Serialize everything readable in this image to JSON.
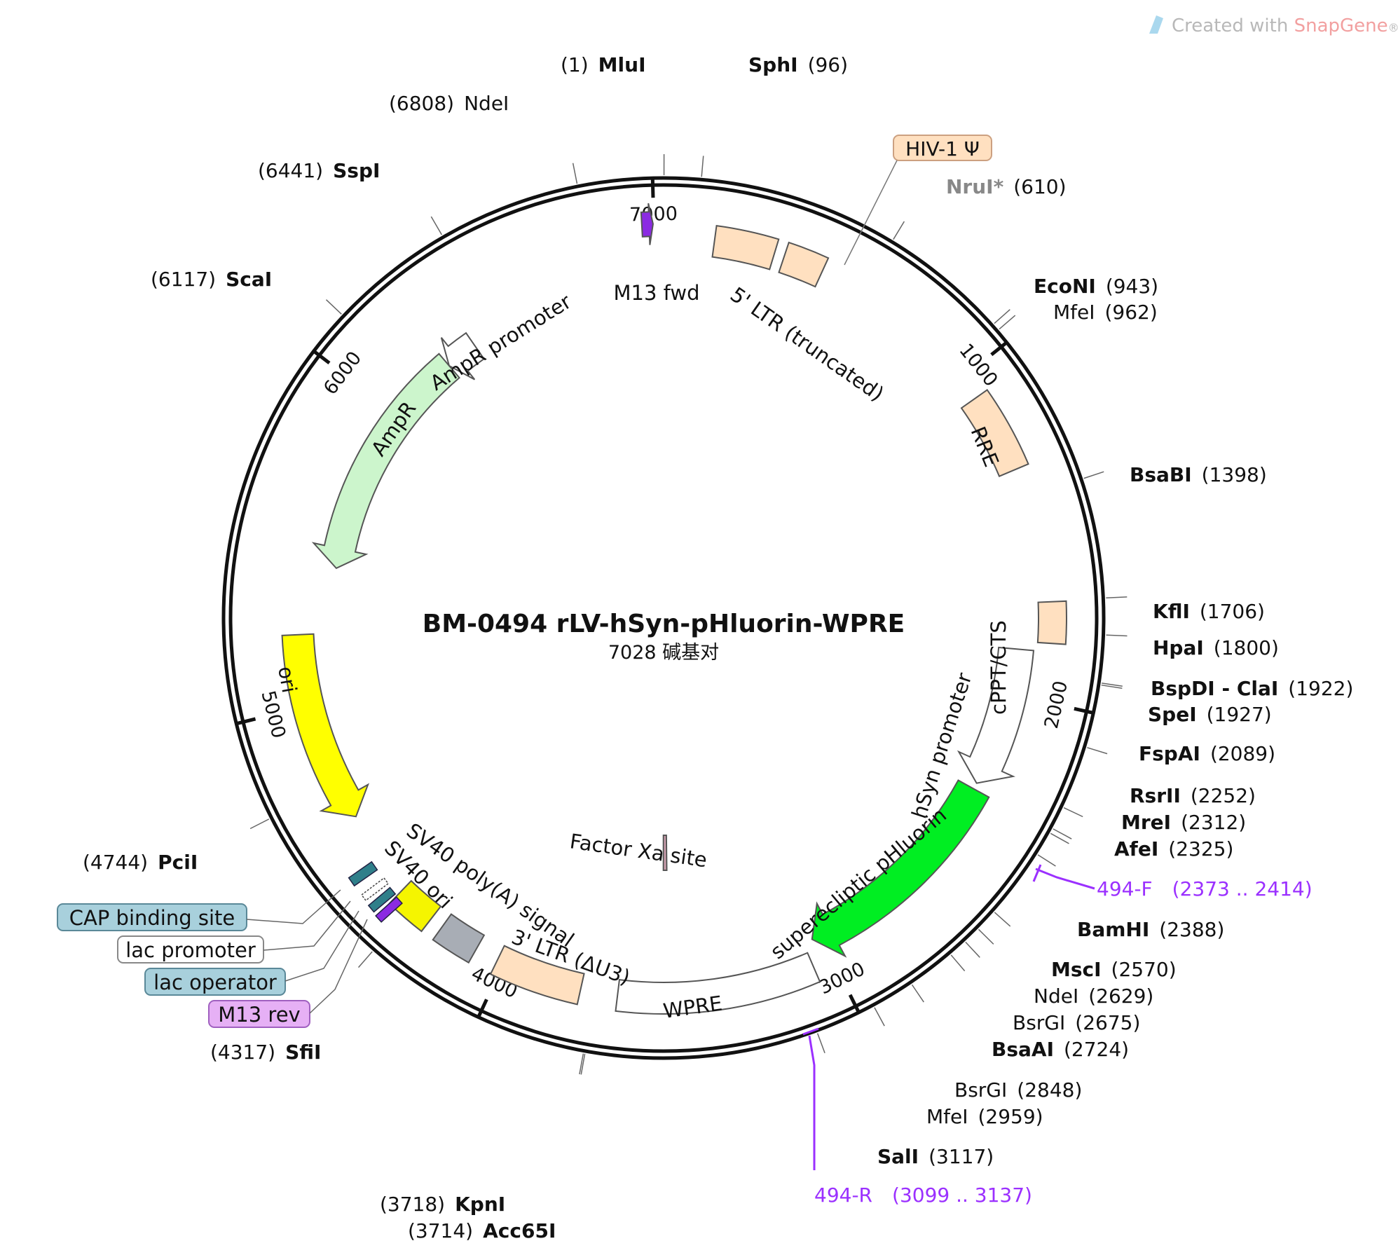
{
  "watermark": {
    "prefix": "Created with ",
    "brand": "SnapGene",
    "suffix": "®"
  },
  "title": "BM-0494 rLV-hSyn-pHluorin-WPRE",
  "subtitle": "7028 碱基对",
  "total_bp": 7028,
  "ticks": [
    {
      "bp": 1000,
      "label": "1000"
    },
    {
      "bp": 2000,
      "label": "2000"
    },
    {
      "bp": 3000,
      "label": "3000"
    },
    {
      "bp": 4000,
      "label": "4000"
    },
    {
      "bp": 5000,
      "label": "5000"
    },
    {
      "bp": 6000,
      "label": "6000"
    },
    {
      "bp": 7000,
      "label": "7000"
    }
  ],
  "features": [
    {
      "name": "M13 fwd",
      "start": 6966,
      "end": 6998,
      "dir": "fwd",
      "color": "#8b2be2",
      "kind": "primer-bind"
    },
    {
      "name": "5' LTR (truncated)",
      "start": 150,
      "end": 330,
      "dir": "none",
      "color": "#ffe0c0",
      "kind": "box"
    },
    {
      "name": "HIV-1 Ψ",
      "start": 360,
      "end": 480,
      "dir": "none",
      "color": "#ffe0c0",
      "kind": "box"
    },
    {
      "name": "RRE",
      "start": 1070,
      "end": 1310,
      "dir": "none",
      "color": "#ffe0c0",
      "kind": "box"
    },
    {
      "name": "cPPT/CTS",
      "start": 1710,
      "end": 1830,
      "dir": "none",
      "color": "#ffe0c0",
      "kind": "box"
    },
    {
      "name": "hSyn promoter",
      "start": 1855,
      "end": 2300,
      "dir": "fwd",
      "color": "#ffffff",
      "kind": "arrow"
    },
    {
      "name": "superecliptic pHluorin",
      "start": 2320,
      "end": 3030,
      "dir": "fwd",
      "color": "#00ee22",
      "kind": "arrow"
    },
    {
      "name": "Factor Xa site",
      "start": 3500,
      "end": 3515,
      "dir": "none",
      "color": "#d0a0b0",
      "kind": "inner"
    },
    {
      "name": "WPRE",
      "start": 3060,
      "end": 3650,
      "dir": "none",
      "color": "#ffffff",
      "kind": "box"
    },
    {
      "name": "3' LTR (ΔU3)",
      "start": 3760,
      "end": 4020,
      "dir": "none",
      "color": "#ffe0c0",
      "kind": "box"
    },
    {
      "name": "SV40 poly(A) signal",
      "start": 4090,
      "end": 4210,
      "dir": "none",
      "color": "#a8adb5",
      "kind": "box"
    },
    {
      "name": "SV40 ori",
      "start": 4250,
      "end": 4370,
      "dir": "none",
      "color": "#f5f500",
      "kind": "box"
    },
    {
      "name": "ori",
      "start": 4630,
      "end": 5220,
      "dir": "rev",
      "color": "#ffff00",
      "kind": "arrow"
    },
    {
      "name": "AmpR",
      "start": 5440,
      "end": 6240,
      "dir": "rev",
      "color": "#ccf5cc",
      "kind": "arrow"
    },
    {
      "name": "AmpR promoter",
      "start": 6240,
      "end": 6350,
      "dir": "rev",
      "color": "#ffffff",
      "kind": "arrow"
    }
  ],
  "lac_features": [
    {
      "name": "CAP binding site",
      "color": "#a8d0dc"
    },
    {
      "name": "lac promoter",
      "color": "#ffffff"
    },
    {
      "name": "lac operator",
      "color": "#a8d0dc"
    },
    {
      "name": "M13 rev",
      "color": "#e6b0f5"
    }
  ],
  "sites": [
    {
      "pos": "(1)",
      "name": "MluI",
      "bold": true,
      "bp": 1
    },
    {
      "pos": "(96)",
      "name": "SphI",
      "bold": true,
      "bp": 96
    },
    {
      "pos": "(610)",
      "name": "NruI*",
      "bold": true,
      "gray": true,
      "bp": 610
    },
    {
      "pos": "(943)",
      "name": "EcoNI",
      "bold": true,
      "bp": 943
    },
    {
      "pos": "(962)",
      "name": "MfeI",
      "bold": false,
      "bp": 962
    },
    {
      "pos": "(1398)",
      "name": "BsaBI",
      "bold": true,
      "bp": 1398
    },
    {
      "pos": "(1706)",
      "name": "KflI",
      "bold": true,
      "bp": 1706
    },
    {
      "pos": "(1800)",
      "name": "HpaI",
      "bold": true,
      "bp": 1800
    },
    {
      "pos": "(1922)",
      "name": "BspDI - ClaI",
      "bold": true,
      "bp": 1922
    },
    {
      "pos": "(1927)",
      "name": "SpeI",
      "bold": true,
      "bp": 1927
    },
    {
      "pos": "(2089)",
      "name": "FspAI",
      "bold": true,
      "bp": 2089
    },
    {
      "pos": "(2252)",
      "name": "RsrII",
      "bold": true,
      "bp": 2252
    },
    {
      "pos": "(2312)",
      "name": "MreI",
      "bold": true,
      "bp": 2312
    },
    {
      "pos": "(2325)",
      "name": "AfeI",
      "bold": true,
      "bp": 2325
    },
    {
      "pos": "(2388)",
      "name": "BamHI",
      "bold": true,
      "bp": 2388
    },
    {
      "pos": "(2570)",
      "name": "MscI",
      "bold": true,
      "bp": 2570
    },
    {
      "pos": "(2629)",
      "name": "NdeI",
      "bold": false,
      "bp": 2629
    },
    {
      "pos": "(2675)",
      "name": "BsrGI",
      "bold": false,
      "bp": 2675
    },
    {
      "pos": "(2724)",
      "name": "BsaAI",
      "bold": true,
      "bp": 2724
    },
    {
      "pos": "(2848)",
      "name": "BsrGI",
      "bold": false,
      "bp": 2848
    },
    {
      "pos": "(2959)",
      "name": "MfeI",
      "bold": false,
      "bp": 2959
    },
    {
      "pos": "(3117)",
      "name": "SalI",
      "bold": true,
      "bp": 3117
    },
    {
      "pos": "(3718)",
      "name": "KpnI",
      "bold": true,
      "bp": 3718
    },
    {
      "pos": "(3714)",
      "name": "Acc65I",
      "bold": true,
      "bp": 3714
    },
    {
      "pos": "(4317)",
      "name": "SfiI",
      "bold": true,
      "bp": 4317
    },
    {
      "pos": "(4744)",
      "name": "PciI",
      "bold": true,
      "bp": 4744
    },
    {
      "pos": "(6117)",
      "name": "ScaI",
      "bold": true,
      "bp": 6117
    },
    {
      "pos": "(6441)",
      "name": "SspI",
      "bold": true,
      "bp": 6441
    },
    {
      "pos": "(6808)",
      "name": "NdeI",
      "bold": false,
      "bp": 6808
    }
  ],
  "primers": [
    {
      "name": "494-F",
      "range": "(2373 .. 2414)",
      "start": 2373,
      "color": "#9b30ff"
    },
    {
      "name": "494-R",
      "range": "(3099 .. 3137)",
      "start": 3099,
      "color": "#9b30ff"
    }
  ],
  "colors": {
    "backbone": "#111111",
    "leader": "#555555",
    "primer": "#9b30ff",
    "gray_site": "#888888"
  }
}
